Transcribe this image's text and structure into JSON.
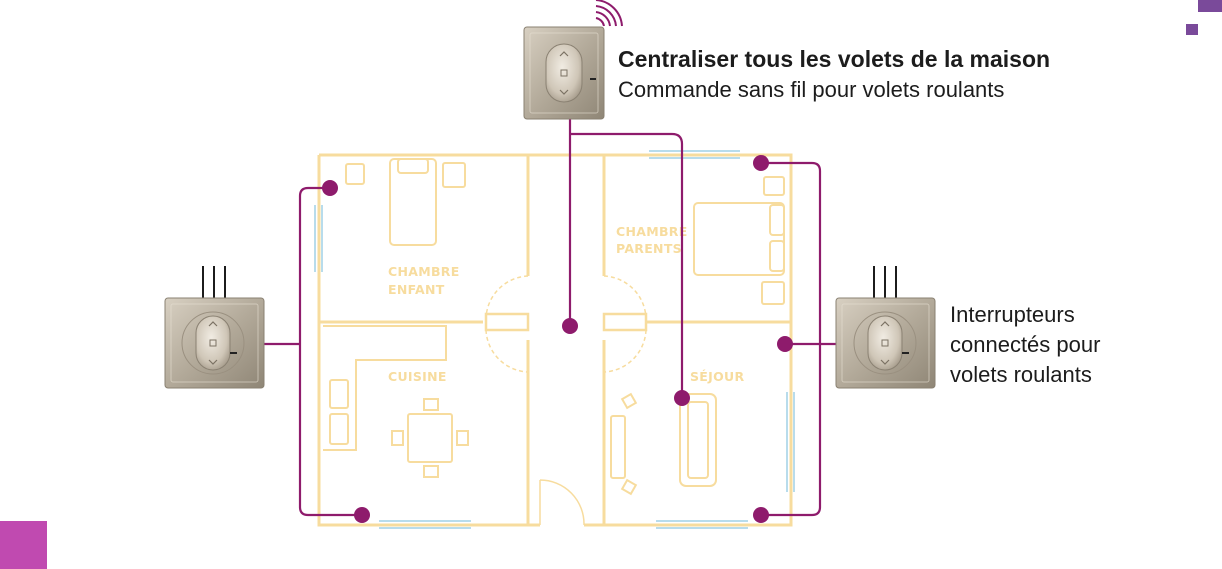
{
  "header": {
    "title": "Centraliser tous les volets de la maison",
    "subtitle": "Commande sans fil pour volets roulants"
  },
  "side_label": {
    "line1": "Interrupteurs",
    "line2": "connectés pour",
    "line3": "volets roulants"
  },
  "rooms": {
    "chambre_enfant_1": "CHAMBRE",
    "chambre_enfant_2": "ENFANT",
    "chambre_parents_1": "CHAMBRE",
    "chambre_parents_2": "PARENTS",
    "cuisine": "CUISINE",
    "sejour": "SÉJOUR"
  },
  "colors": {
    "accent": "#8e1b6c",
    "plan": "#f7dc9e",
    "window": "#b8dcec",
    "corner_square": "#c04ab0",
    "corner_pixel": "#7a4a9a",
    "device_metal": "#a89e8e"
  },
  "icons": [
    "wireless-remote-icon",
    "wall-switch-icon",
    "wifi-signal-icon",
    "shutter-up-icon",
    "shutter-down-icon"
  ]
}
